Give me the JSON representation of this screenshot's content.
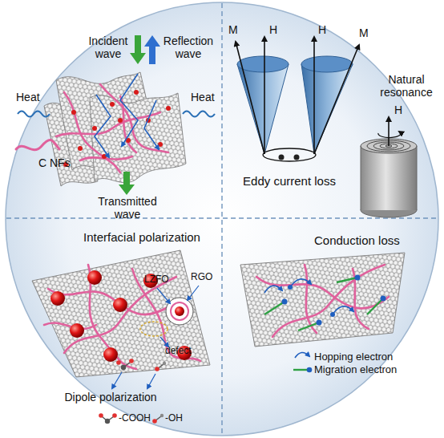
{
  "diagram": {
    "labels": [
      "Incident wave",
      "Reflection wave",
      "Heat",
      "Heat",
      "C NFs",
      "Transmitted wave",
      "M",
      "H",
      "H",
      "M",
      "Natural resonance",
      "H",
      "Eddy current loss",
      "Interfacial polarization",
      "LZFO",
      "RGO",
      "defect",
      "Dipole polarization",
      "-COOH",
      "-OH",
      "Conduction loss",
      "Hopping electron",
      "Migration electron"
    ]
  }
}
